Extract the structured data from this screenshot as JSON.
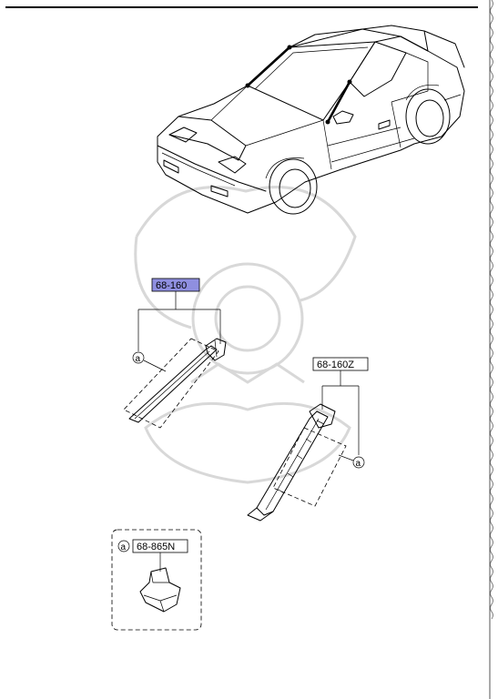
{
  "parts": {
    "weatherstrip_left": {
      "code": "68-160",
      "highlight_color": "#8f8fe0"
    },
    "weatherstrip_right": {
      "code": "68-160Z"
    },
    "clip": {
      "code": "68-865N"
    }
  },
  "callouts": {
    "left": "a",
    "right": "a",
    "detail": "a"
  },
  "colors": {
    "line": "#000000",
    "watermark": "#d8d8d8",
    "page_edge": "#555555"
  }
}
